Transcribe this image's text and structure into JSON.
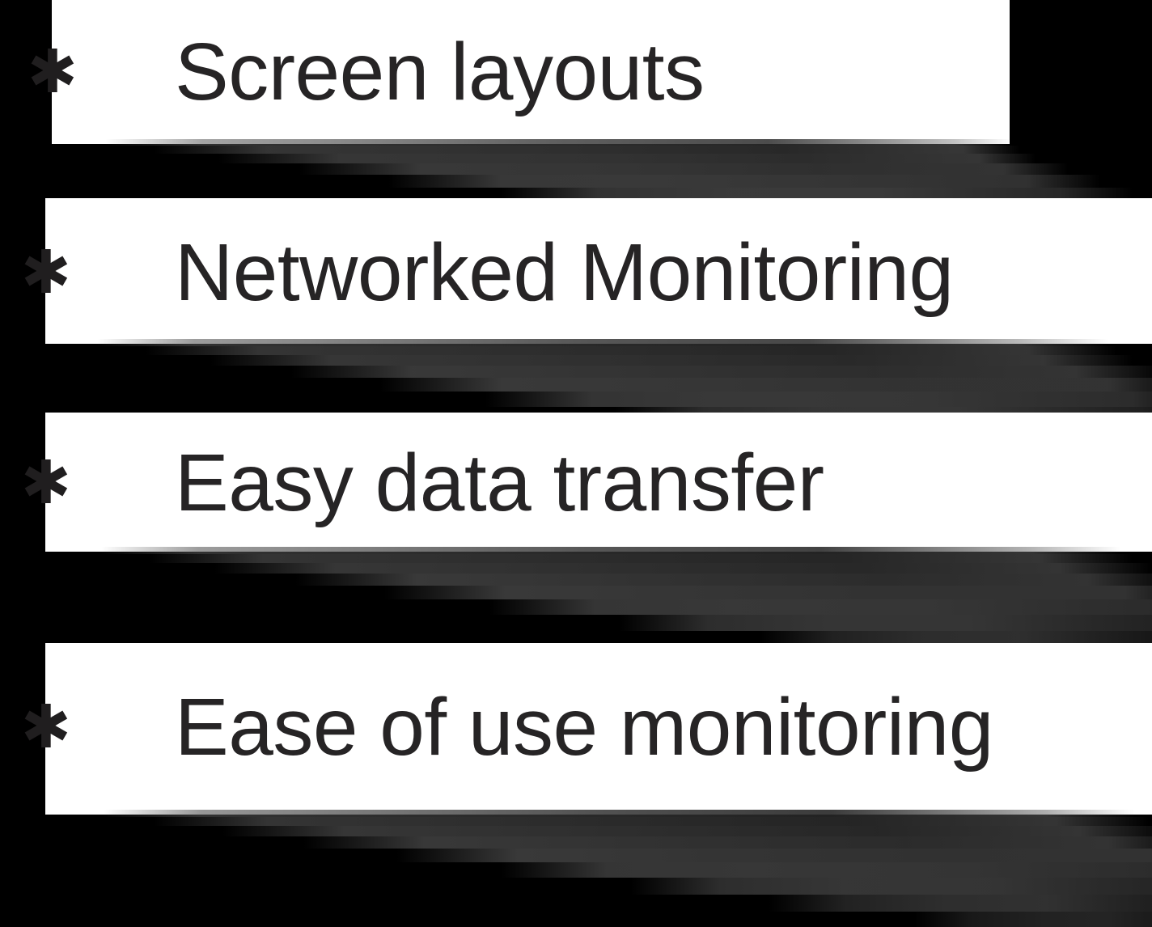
{
  "slide": {
    "background_color": "#000000",
    "card_color": "#ffffff",
    "text_color": "#262425",
    "bullet_glyph": "✱",
    "bullet_name": "asterisk-bullet"
  },
  "bullets": [
    {
      "id": "screen-layouts",
      "bullet": "✱",
      "label": "Screen layouts"
    },
    {
      "id": "networked-monitoring",
      "bullet": "✱",
      "label": "Networked Monitoring"
    },
    {
      "id": "easy-data-transfer",
      "bullet": "✱",
      "label": "Easy data transfer"
    },
    {
      "id": "ease-of-use-monitoring",
      "bullet": "✱",
      "label": "Ease of use monitoring"
    }
  ]
}
